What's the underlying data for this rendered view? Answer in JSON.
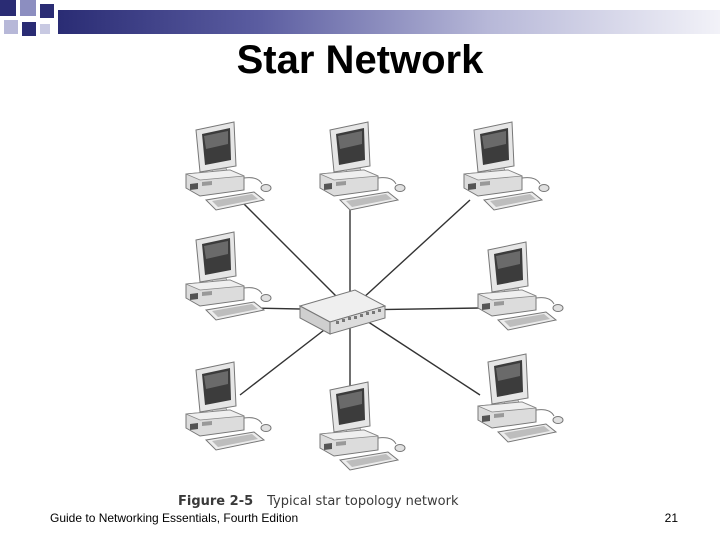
{
  "slide": {
    "title": "Star Network",
    "caption_number": "Figure 2-5",
    "caption_text": "Typical star topology network",
    "footer": "Guide to Networking Essentials, Fourth Edition",
    "page_number": "21"
  },
  "colors": {
    "bar_dark": "#2a2c74",
    "bar_light": "#f2f2f8",
    "cable": "#333333",
    "device_body": "#d9d9d9"
  },
  "diagram": {
    "type": "star-topology",
    "hub": "hub-icon",
    "nodes": [
      {
        "icon": "computer-icon",
        "position": "top-left"
      },
      {
        "icon": "computer-icon",
        "position": "top-center"
      },
      {
        "icon": "computer-icon",
        "position": "top-right"
      },
      {
        "icon": "computer-icon",
        "position": "middle-left"
      },
      {
        "icon": "computer-icon",
        "position": "middle-right"
      },
      {
        "icon": "computer-icon",
        "position": "bottom-left"
      },
      {
        "icon": "computer-icon",
        "position": "bottom-center"
      },
      {
        "icon": "computer-icon",
        "position": "bottom-right"
      }
    ]
  }
}
